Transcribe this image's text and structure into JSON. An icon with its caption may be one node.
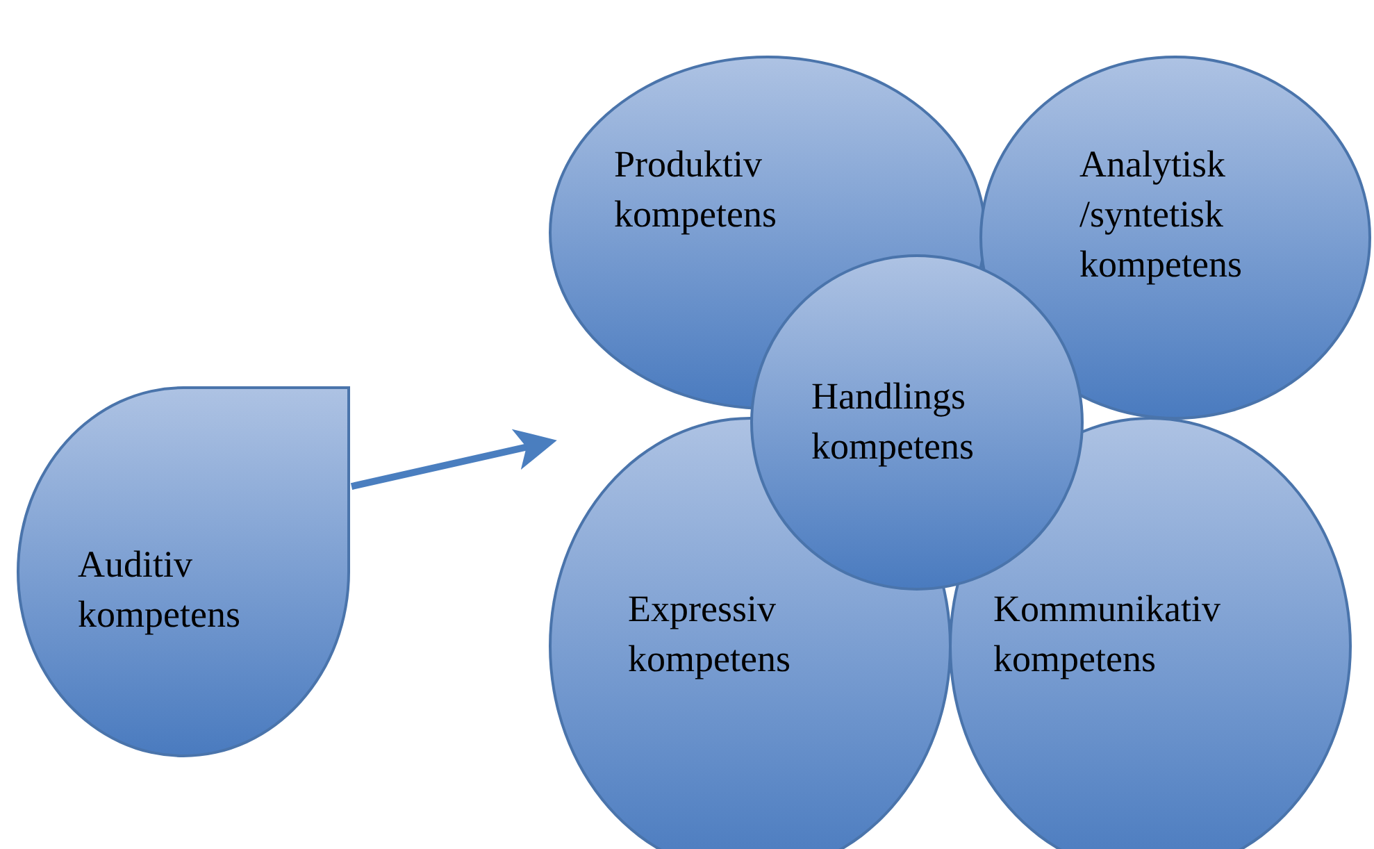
{
  "diagram": {
    "nodes": [
      {
        "text": [
          "Auditiv kompetens"
        ]
      },
      {
        "text": [
          "Produktiv kompetens"
        ]
      },
      {
        "text": [
          "Analytisk /syntetisk kompetens"
        ]
      },
      {
        "text": [
          "Handlings kompetens"
        ]
      },
      {
        "text": [
          "Expressiv kompetens"
        ]
      },
      {
        "text": [
          "Kommunikativ kompetens"
        ]
      }
    ],
    "edges": [
      {
        "from": 0,
        "to": 1,
        "arrow": "to"
      }
    ]
  }
}
